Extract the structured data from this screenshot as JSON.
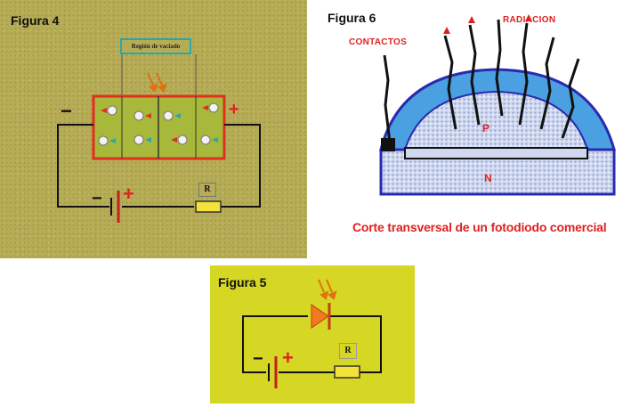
{
  "figure4": {
    "title": "Figura 4",
    "depletion_label": "Región de vaciado",
    "minus_sign": "−",
    "plus_sign": "+",
    "resistor_label": "R"
  },
  "figure6": {
    "title": "Figura 6",
    "label_radiation": "RADIACION",
    "label_contacts": "CONTACTOS",
    "label_p": "P",
    "label_n": "N",
    "caption": "Corte transversal de un fotodiodo comercial"
  },
  "figure5": {
    "title": "Figura 5",
    "resistor_label": "R",
    "minus_sign": "−",
    "plus_sign": "+"
  },
  "colors": {
    "fig4_background": "#b7ac56",
    "fig5_background": "#d6d624",
    "semiconductor_box": "#a8b83a",
    "junction_border": "#e03020",
    "resistor_fill": "#f2e23a",
    "diode_fill": "#f07a20",
    "caption_red": "#e02020",
    "blue_dark": "#2a2ab0",
    "blue_light": "#4aa0e0"
  },
  "icons": [
    "light-arrows-icon",
    "battery-icon",
    "resistor-icon",
    "diode-icon",
    "hole-carrier-icon",
    "electron-carrier-icon"
  ]
}
